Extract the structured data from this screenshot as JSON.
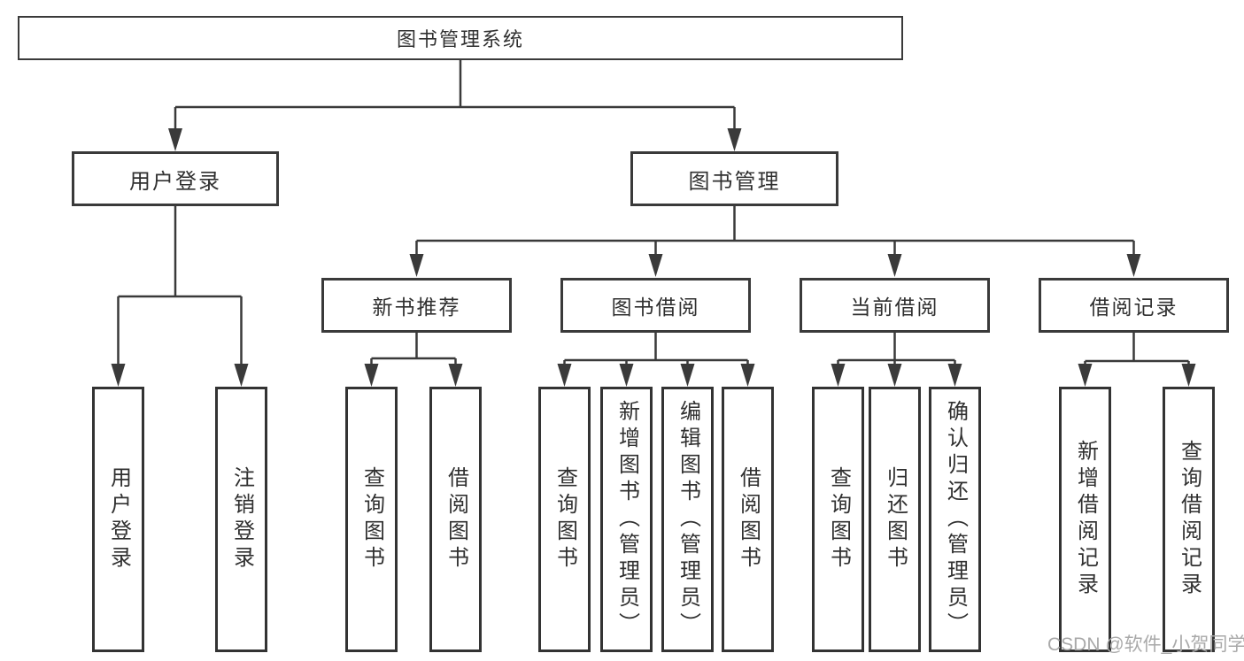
{
  "root": {
    "label": "图书管理系统"
  },
  "level2": {
    "user_login": {
      "label": "用户登录"
    },
    "book_management": {
      "label": "图书管理"
    }
  },
  "level3": {
    "new_book_recommend": {
      "label": "新书推荐"
    },
    "book_borrowing": {
      "label": "图书借阅"
    },
    "current_borrowing": {
      "label": "当前借阅"
    },
    "borrowing_records": {
      "label": "借阅记录"
    }
  },
  "leaves": {
    "user_login": {
      "label": "用户登录"
    },
    "logout_login": {
      "label": "注销登录"
    },
    "recommend_query_books": {
      "label": "查询图书"
    },
    "recommend_borrow_books": {
      "label": "借阅图书"
    },
    "borrowing_query_books": {
      "label": "查询图书"
    },
    "borrowing_add_books_admin": {
      "label": "新增图书（管理员）"
    },
    "borrowing_edit_books_admin": {
      "label": "编辑图书（管理员）"
    },
    "borrowing_borrow_books": {
      "label": "借阅图书"
    },
    "current_query_books": {
      "label": "查询图书"
    },
    "current_return_books": {
      "label": "归还图书"
    },
    "current_confirm_return_admin": {
      "label": "确认归还（管理员）"
    },
    "records_add_record": {
      "label": "新增借阅记录"
    },
    "records_query_record": {
      "label": "查询借阅记录"
    }
  },
  "watermark": {
    "text": "CSDN @软件_小贺同学"
  },
  "colors": {
    "line": "#3a3a3a",
    "text": "#303030",
    "watermark": "#a9a9a9",
    "background": "#ffffff"
  }
}
